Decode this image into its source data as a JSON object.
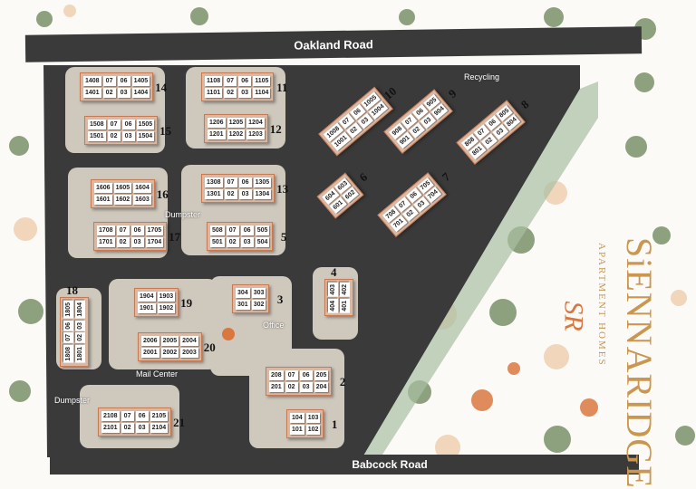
{
  "roads": {
    "north": "Oakland Road",
    "south": "Babcock Road"
  },
  "labels": {
    "recycling": "Recycling",
    "dumpster_center": "Dumpster",
    "dumpster_west": "Dumpster",
    "office": "Office",
    "mail_center": "Mail Center"
  },
  "logo": {
    "monogram": "SR",
    "name": "SiENNARIDGE",
    "tagline": "APARTMENT HOMES"
  },
  "colors": {
    "pavement": "#3a3a3a",
    "grounds": "#cfc8bd",
    "building": "#d8b9a6",
    "accent": "#c9794f",
    "tree_green": "#7a9168",
    "tree_orange": "#d9773f",
    "tree_peach": "#efcfb0"
  },
  "buildings": [
    {
      "number": "14",
      "units": [
        [
          "1408",
          "07",
          "06",
          "1405"
        ],
        [
          "1401",
          "02",
          "03",
          "1404"
        ]
      ]
    },
    {
      "number": "11",
      "units": [
        [
          "1108",
          "07",
          "06",
          "1105"
        ],
        [
          "1101",
          "02",
          "03",
          "1104"
        ]
      ]
    },
    {
      "number": "15",
      "units": [
        [
          "1508",
          "07",
          "06",
          "1505"
        ],
        [
          "1501",
          "02",
          "03",
          "1504"
        ]
      ]
    },
    {
      "number": "12",
      "units": [
        [
          "1206",
          "1205",
          "1204"
        ],
        [
          "1201",
          "1202",
          "1203"
        ]
      ]
    },
    {
      "number": "16",
      "units": [
        [
          "1606",
          "1605",
          "1604"
        ],
        [
          "1601",
          "1602",
          "1603"
        ]
      ]
    },
    {
      "number": "13",
      "units": [
        [
          "1308",
          "07",
          "06",
          "1305"
        ],
        [
          "1301",
          "02",
          "03",
          "1304"
        ]
      ]
    },
    {
      "number": "17",
      "units": [
        [
          "1708",
          "07",
          "06",
          "1705"
        ],
        [
          "1701",
          "02",
          "03",
          "1704"
        ]
      ]
    },
    {
      "number": "5",
      "units": [
        [
          "508",
          "07",
          "06",
          "505"
        ],
        [
          "501",
          "02",
          "03",
          "504"
        ]
      ]
    },
    {
      "number": "10",
      "units": [
        [
          "1008",
          "07",
          "06",
          "1005"
        ],
        [
          "1001",
          "02",
          "03",
          "1004"
        ]
      ]
    },
    {
      "number": "9",
      "units": [
        [
          "908",
          "07",
          "06",
          "905"
        ],
        [
          "901",
          "02",
          "03",
          "904"
        ]
      ]
    },
    {
      "number": "8",
      "units": [
        [
          "808",
          "07",
          "06",
          "805"
        ],
        [
          "801",
          "02",
          "03",
          "804"
        ]
      ]
    },
    {
      "number": "6",
      "units": [
        [
          "604",
          "603"
        ],
        [
          "601",
          "602"
        ]
      ]
    },
    {
      "number": "7",
      "units": [
        [
          "708",
          "07",
          "06",
          "705"
        ],
        [
          "701",
          "02",
          "03",
          "704"
        ]
      ]
    },
    {
      "number": "19",
      "units": [
        [
          "1904",
          "1903"
        ],
        [
          "1901",
          "1902"
        ]
      ]
    },
    {
      "number": "3",
      "units": [
        [
          "304",
          "303"
        ],
        [
          "301",
          "302"
        ]
      ]
    },
    {
      "number": "4",
      "units": [
        [
          "403",
          "402"
        ],
        [
          "404",
          "401"
        ]
      ]
    },
    {
      "number": "18",
      "units": [
        [
          "1805",
          "1804"
        ],
        [
          "06",
          "03"
        ],
        [
          "07",
          "02"
        ],
        [
          "1808",
          "1801"
        ]
      ]
    },
    {
      "number": "20",
      "units": [
        [
          "2006",
          "2005",
          "2004"
        ],
        [
          "2001",
          "2002",
          "2003"
        ]
      ]
    },
    {
      "number": "2",
      "units": [
        [
          "208",
          "07",
          "06",
          "205"
        ],
        [
          "201",
          "02",
          "03",
          "204"
        ]
      ]
    },
    {
      "number": "21",
      "units": [
        [
          "2108",
          "07",
          "06",
          "2105"
        ],
        [
          "2101",
          "02",
          "03",
          "2104"
        ]
      ]
    },
    {
      "number": "1",
      "units": [
        [
          "104",
          "103"
        ],
        [
          "101",
          "102"
        ]
      ]
    }
  ]
}
